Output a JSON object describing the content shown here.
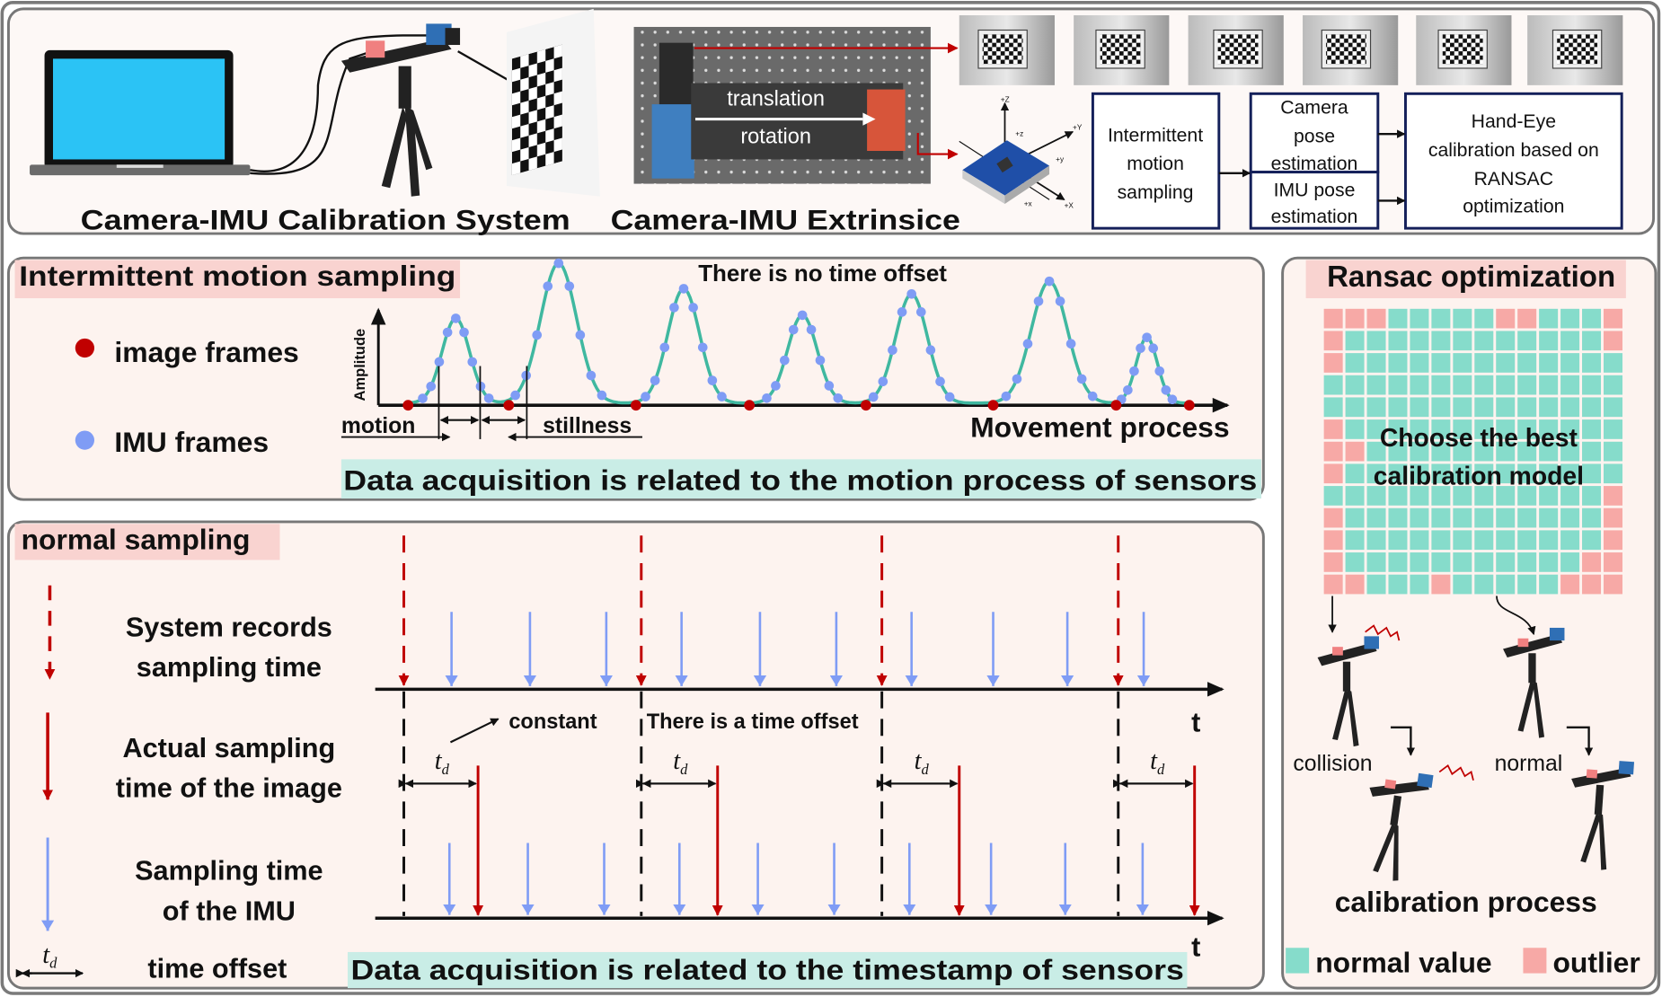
{
  "top": {
    "system_caption": "Camera-IMU Calibration System",
    "extrinsic_caption": "Camera-IMU Extrinsice",
    "photo_translation": "translation",
    "photo_rotation": "rotation",
    "axis_labels": [
      "+Z",
      "+z",
      "+Y",
      "+y",
      "+X",
      "+x"
    ],
    "flow": {
      "intermittent": [
        "Intermittent",
        "motion",
        "sampling"
      ],
      "camera_pose": [
        "Camera",
        "pose",
        "estimation"
      ],
      "imu_pose": [
        "IMU pose",
        "estimation"
      ],
      "hand_eye": [
        "Hand-Eye",
        "calibration based on",
        "RANSAC",
        "optimization"
      ]
    }
  },
  "intermittent": {
    "title": "Intermittent motion sampling",
    "legend_image": "image frames",
    "legend_imu": "IMU frames",
    "amplitude": "Amplitude",
    "no_offset": "There is no time offset",
    "motion": "motion",
    "stillness": "stillness",
    "movement": "Movement process",
    "footer": "Data acquisition is related to the motion process of sensors"
  },
  "normal": {
    "title": "normal sampling",
    "legend1": [
      "System records",
      "sampling time"
    ],
    "legend2": [
      "Actual sampling",
      "time of the image"
    ],
    "legend3": [
      "Sampling time",
      "of the IMU"
    ],
    "td": "t",
    "td_sub": "d",
    "time_offset": "time offset",
    "constant": "constant",
    "offset_note": "There is a time offset",
    "t_axis": "t",
    "footer": "Data acquisition is related to the timestamp of sensors"
  },
  "ransac": {
    "title": "Ransac optimization",
    "choose": [
      "Choose the best",
      "calibration model"
    ],
    "collision": "collision",
    "normal": "normal",
    "process": "calibration process",
    "legend_normal": "normal value",
    "legend_outlier": "outlier",
    "grid_rows": [
      "ooonnnnnoonnno",
      "onnnnnnnnnnnno",
      "onnnnnnnnnnnnn",
      "nnnnnnnnnnnnnn",
      "nnnnnnnnnnnnnn",
      "onnnnnnnnnnnnn",
      "oonnnnnnnnnnnn",
      "onnnnnnnnnnnnn",
      "nnnnnnnnnnnnno",
      "onnnnnnnnnnnno",
      "onnnnnnnnnnnno",
      "onnnnnnnnnnnoo",
      "oonnnonnnnnooo"
    ]
  },
  "colors": {
    "teal": "#86dccb",
    "pink": "#f7a9a6",
    "red": "#c00000",
    "blue": "#7f9cf5",
    "curve": "#3fb8a0",
    "navy": "#14205a",
    "screen": "#2bc3f5"
  }
}
